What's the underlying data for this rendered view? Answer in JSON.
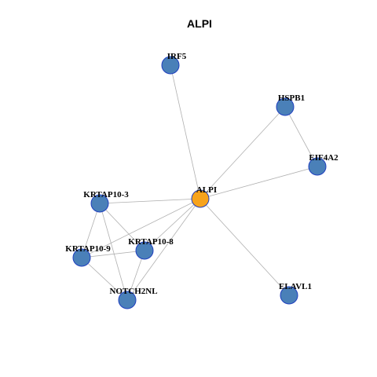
{
  "title": "ALPI",
  "colors": {
    "center_node": "#f7a31c",
    "neighbor_node": "#4a80b8",
    "node_border": "#1f3fbf",
    "edge": "#b0b0b0"
  },
  "nodes": [
    {
      "id": "ALPI",
      "label": "ALPI",
      "center": true
    },
    {
      "id": "IRF5",
      "label": "IRF5",
      "center": false
    },
    {
      "id": "HSPB1",
      "label": "HSPB1",
      "center": false
    },
    {
      "id": "EIF4A2",
      "label": "EIF4A2",
      "center": false
    },
    {
      "id": "KRTAP10-3",
      "label": "KRTAP10-3",
      "center": false
    },
    {
      "id": "KRTAP10-9",
      "label": "KRTAP10-9",
      "center": false
    },
    {
      "id": "KRTAP10-8",
      "label": "KRTAP10-8",
      "center": false
    },
    {
      "id": "NOTCH2NL",
      "label": "NOTCH2NL",
      "center": false
    },
    {
      "id": "ELAVL1",
      "label": "ELAVL1",
      "center": false
    }
  ],
  "edges": [
    [
      "ALPI",
      "IRF5"
    ],
    [
      "ALPI",
      "HSPB1"
    ],
    [
      "ALPI",
      "EIF4A2"
    ],
    [
      "HSPB1",
      "EIF4A2"
    ],
    [
      "ALPI",
      "KRTAP10-3"
    ],
    [
      "ALPI",
      "KRTAP10-9"
    ],
    [
      "ALPI",
      "KRTAP10-8"
    ],
    [
      "ALPI",
      "NOTCH2NL"
    ],
    [
      "ALPI",
      "ELAVL1"
    ],
    [
      "KRTAP10-3",
      "KRTAP10-9"
    ],
    [
      "KRTAP10-3",
      "KRTAP10-8"
    ],
    [
      "KRTAP10-3",
      "NOTCH2NL"
    ],
    [
      "KRTAP10-9",
      "KRTAP10-8"
    ],
    [
      "KRTAP10-9",
      "NOTCH2NL"
    ],
    [
      "KRTAP10-8",
      "NOTCH2NL"
    ]
  ]
}
